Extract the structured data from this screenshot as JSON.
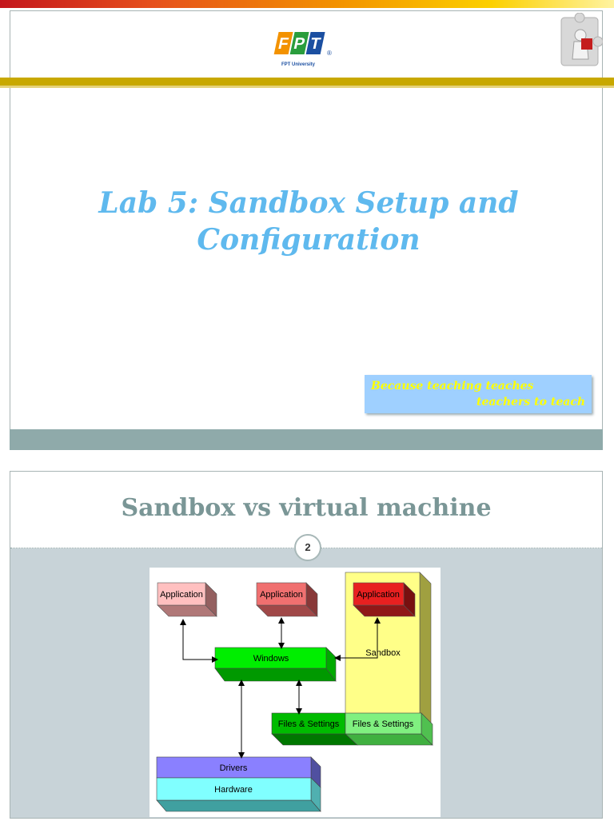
{
  "slide1": {
    "logo": {
      "letters": "FPT",
      "sub": "FPT University",
      "reg": "®"
    },
    "title_line1": "Lab 5: Sandbox Setup and",
    "title_line2": "Configuration",
    "motto_line1": "Because teaching teaches",
    "motto_line2": "teachers to teach"
  },
  "slide2": {
    "title": "Sandbox vs virtual machine",
    "page_number": "2",
    "diagram": {
      "app1": "Application",
      "app2": "Application",
      "app3": "Application",
      "windows": "Windows",
      "sandbox": "Sandbox",
      "files1": "Files & Settings",
      "files2": "Files & Settings",
      "drivers": "Drivers",
      "hardware": "Hardware"
    }
  },
  "colors": {
    "title_blue": "#5fb9ee",
    "title_gray": "#7a9696",
    "motto_bg": "#9fd0ff",
    "motto_text": "#ffff00",
    "windows_green": "#00ee00",
    "sandbox_yellow": "#ffff88",
    "drivers_purple": "#8a80ff",
    "hardware_cyan": "#80ffff"
  }
}
